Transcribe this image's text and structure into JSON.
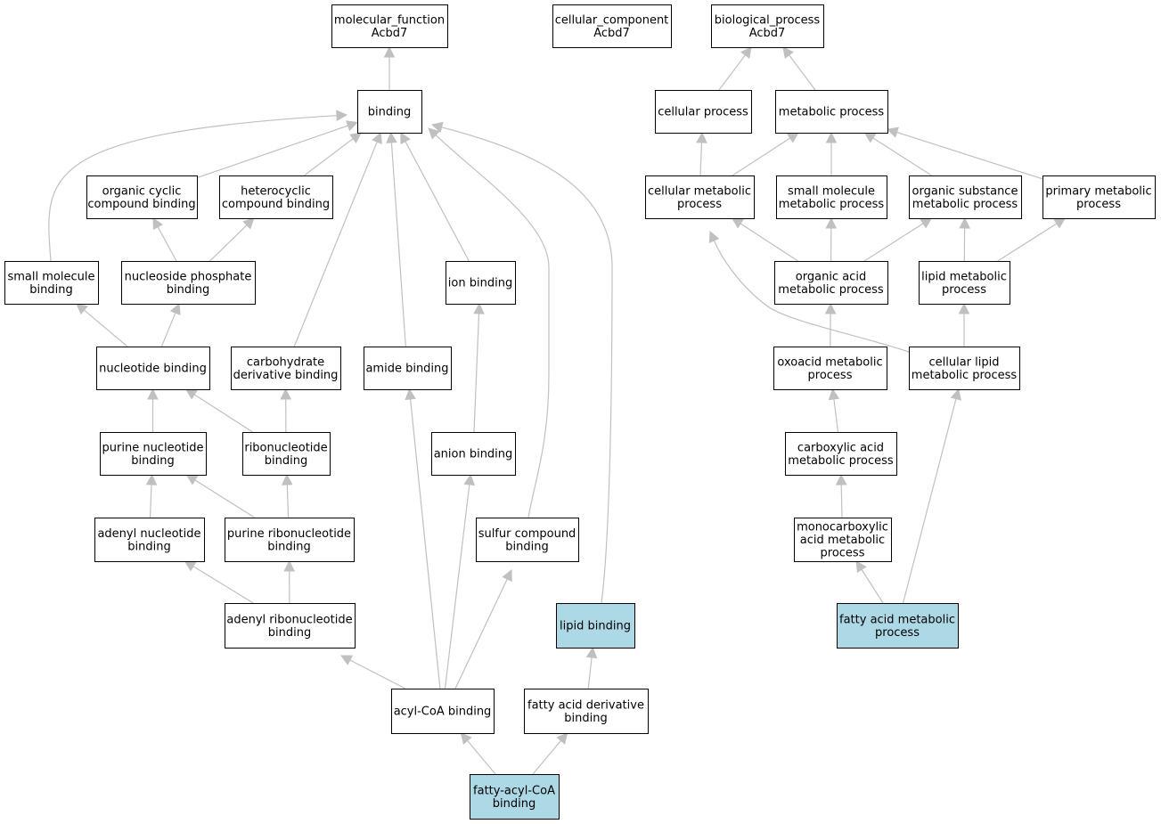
{
  "colors": {
    "node_fill": "#ffffff",
    "highlight_fill": "#add8e6",
    "edge": "#c0c0c0",
    "border": "#000000"
  },
  "nodes": [
    {
      "id": "mf",
      "lines": [
        "molecular_function",
        "Acbd7"
      ]
    },
    {
      "id": "cc",
      "lines": [
        "cellular_component",
        "Acbd7"
      ]
    },
    {
      "id": "bp",
      "lines": [
        "biological_process",
        "Acbd7"
      ]
    },
    {
      "id": "binding",
      "lines": [
        "binding"
      ]
    },
    {
      "id": "cellproc",
      "lines": [
        "cellular process"
      ]
    },
    {
      "id": "metproc",
      "lines": [
        "metabolic process"
      ]
    },
    {
      "id": "orgcyc",
      "lines": [
        "organic cyclic",
        "compound binding"
      ]
    },
    {
      "id": "hetcyc",
      "lines": [
        "heterocyclic",
        "compound binding"
      ]
    },
    {
      "id": "cellmet",
      "lines": [
        "cellular metabolic",
        "process"
      ]
    },
    {
      "id": "smmet",
      "lines": [
        "small molecule",
        "metabolic process"
      ]
    },
    {
      "id": "orgsub",
      "lines": [
        "organic substance",
        "metabolic process"
      ]
    },
    {
      "id": "primmet",
      "lines": [
        "primary metabolic",
        "process"
      ]
    },
    {
      "id": "smbind",
      "lines": [
        "small molecule",
        "binding"
      ]
    },
    {
      "id": "nucphos",
      "lines": [
        "nucleoside phosphate",
        "binding"
      ]
    },
    {
      "id": "ionbind",
      "lines": [
        "ion binding"
      ]
    },
    {
      "id": "orgacid",
      "lines": [
        "organic acid",
        "metabolic process"
      ]
    },
    {
      "id": "lipmet",
      "lines": [
        "lipid metabolic",
        "process"
      ]
    },
    {
      "id": "nucbind",
      "lines": [
        "nucleotide binding"
      ]
    },
    {
      "id": "carbder",
      "lines": [
        "carbohydrate",
        "derivative binding"
      ]
    },
    {
      "id": "amide",
      "lines": [
        "amide binding"
      ]
    },
    {
      "id": "oxoacid",
      "lines": [
        "oxoacid metabolic",
        "process"
      ]
    },
    {
      "id": "celllip",
      "lines": [
        "cellular lipid",
        "metabolic process"
      ]
    },
    {
      "id": "purnuc",
      "lines": [
        "purine nucleotide",
        "binding"
      ]
    },
    {
      "id": "ribonuc",
      "lines": [
        "ribonucleotide",
        "binding"
      ]
    },
    {
      "id": "anion",
      "lines": [
        "anion binding"
      ]
    },
    {
      "id": "carbox",
      "lines": [
        "carboxylic acid",
        "metabolic process"
      ]
    },
    {
      "id": "adenuc",
      "lines": [
        "adenyl nucleotide",
        "binding"
      ]
    },
    {
      "id": "purribo",
      "lines": [
        "purine ribonucleotide",
        "binding"
      ]
    },
    {
      "id": "sulfur",
      "lines": [
        "sulfur compound",
        "binding"
      ]
    },
    {
      "id": "monocarb",
      "lines": [
        "monocarboxylic",
        "acid metabolic",
        "process"
      ]
    },
    {
      "id": "adenribo",
      "lines": [
        "adenyl ribonucleotide",
        "binding"
      ]
    },
    {
      "id": "lipbind",
      "lines": [
        "lipid binding"
      ],
      "highlight": true
    },
    {
      "id": "fametab",
      "lines": [
        "fatty acid metabolic",
        "process"
      ],
      "highlight": true
    },
    {
      "id": "acylcoa",
      "lines": [
        "acyl-CoA binding"
      ]
    },
    {
      "id": "faderiv",
      "lines": [
        "fatty acid derivative",
        "binding"
      ]
    },
    {
      "id": "facoa",
      "lines": [
        "fatty-acyl-CoA",
        "binding"
      ],
      "highlight": true
    }
  ],
  "edges": [
    [
      "binding",
      "mf"
    ],
    [
      "cellproc",
      "bp"
    ],
    [
      "metproc",
      "bp"
    ],
    [
      "orgcyc",
      "binding"
    ],
    [
      "hetcyc",
      "binding"
    ],
    [
      "smbind",
      "binding"
    ],
    [
      "carbder",
      "binding"
    ],
    [
      "amide",
      "binding"
    ],
    [
      "ionbind",
      "binding"
    ],
    [
      "sulfur",
      "binding"
    ],
    [
      "lipbind",
      "binding"
    ],
    [
      "nucphos",
      "orgcyc"
    ],
    [
      "nucphos",
      "hetcyc"
    ],
    [
      "nucbind",
      "smbind"
    ],
    [
      "nucbind",
      "nucphos"
    ],
    [
      "purnuc",
      "nucbind"
    ],
    [
      "ribonuc",
      "nucbind"
    ],
    [
      "ribonuc",
      "carbder"
    ],
    [
      "adenuc",
      "purnuc"
    ],
    [
      "purribo",
      "purnuc"
    ],
    [
      "purribo",
      "ribonuc"
    ],
    [
      "adenribo",
      "adenuc"
    ],
    [
      "adenribo",
      "purribo"
    ],
    [
      "anion",
      "ionbind"
    ],
    [
      "acylcoa",
      "adenribo"
    ],
    [
      "acylcoa",
      "amide"
    ],
    [
      "acylcoa",
      "anion"
    ],
    [
      "acylcoa",
      "sulfur"
    ],
    [
      "faderiv",
      "lipbind"
    ],
    [
      "facoa",
      "acylcoa"
    ],
    [
      "facoa",
      "faderiv"
    ],
    [
      "cellmet",
      "cellproc"
    ],
    [
      "cellmet",
      "metproc"
    ],
    [
      "smmet",
      "metproc"
    ],
    [
      "orgsub",
      "metproc"
    ],
    [
      "primmet",
      "metproc"
    ],
    [
      "orgacid",
      "cellmet"
    ],
    [
      "orgacid",
      "smmet"
    ],
    [
      "orgacid",
      "orgsub"
    ],
    [
      "lipmet",
      "orgsub"
    ],
    [
      "lipmet",
      "primmet"
    ],
    [
      "oxoacid",
      "orgacid"
    ],
    [
      "celllip",
      "cellmet"
    ],
    [
      "celllip",
      "lipmet"
    ],
    [
      "carbox",
      "oxoacid"
    ],
    [
      "monocarb",
      "carbox"
    ],
    [
      "fametab",
      "monocarb"
    ],
    [
      "fametab",
      "celllip"
    ]
  ]
}
